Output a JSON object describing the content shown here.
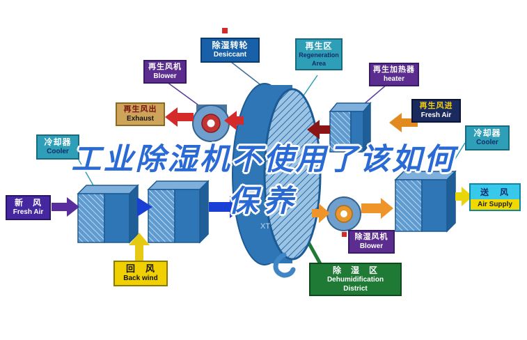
{
  "title": {
    "line1": "工业除湿机不使用了该如何",
    "line2": "保养"
  },
  "diagram": {
    "labels": {
      "regen_blower": {
        "zh": "再生风机",
        "en": "Blower"
      },
      "desiccant_wheel": {
        "zh": "除湿转轮",
        "en": "Desiccant"
      },
      "regen_area": {
        "zh": "再生区",
        "en": "Regeneration Area"
      },
      "regen_heater": {
        "zh": "再生加热器",
        "en": "heater"
      },
      "exhaust": {
        "zh": "再生风出",
        "en": "Exhaust"
      },
      "regen_inlet": {
        "zh": "再生风进",
        "en": "Fresh Air"
      },
      "cooler_left": {
        "zh": "冷却器",
        "en": "Cooler"
      },
      "cooler_right": {
        "zh": "冷却器",
        "en": "Cooler"
      },
      "fresh_air": {
        "zh": "新　风",
        "en": "Fresh Air"
      },
      "back_wind": {
        "zh": "回　风",
        "en": "Back wind"
      },
      "dehumid_blower": {
        "zh": "除湿风机",
        "en": "Blower"
      },
      "dehumid_district": {
        "zh": "除　湿　区",
        "en_line1": "Dehumidification",
        "en_line2": "District"
      },
      "air_supply": {
        "zh": "送　风",
        "en": "Air Supply"
      }
    },
    "watermark": "XT",
    "colors": {
      "title_blue": "#2a6ad4",
      "wheel_blue": "#2e76b6",
      "wheel_face_light": "#9cc4e4",
      "label_blue": "#1861a8",
      "label_teal": "#2f9fb8",
      "label_purple": "#5b2d8f",
      "label_green": "#1e7a34",
      "label_yellow": "#f0d000",
      "label_navy": "#1a2a5e",
      "label_tan": "#cda45a",
      "arrow_red": "#d42a2a",
      "arrow_dark_red": "#8b1515",
      "arrow_orange": "#ef9428",
      "arrow_blue": "#1a3fd4",
      "arrow_purple": "#5a2d9e",
      "arrow_yellow": "#e6c912",
      "air_supply_cyan": "#38c8ea"
    }
  }
}
